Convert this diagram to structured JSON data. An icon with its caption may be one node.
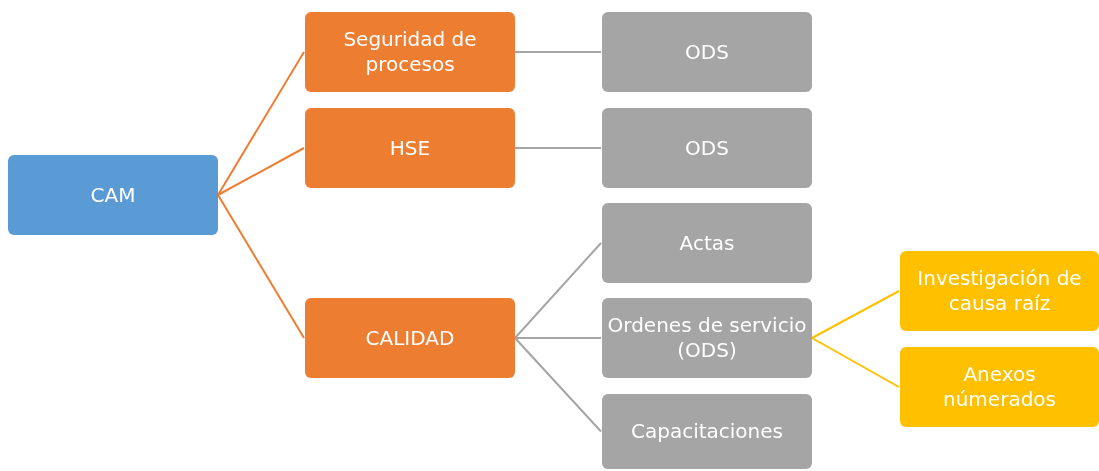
{
  "diagram": {
    "nodes": [
      {
        "text": [
          "CAM"
        ]
      },
      {
        "text": [
          "Seguridad de procesos"
        ]
      },
      {
        "text": [
          "HSE"
        ]
      },
      {
        "text": [
          "CALIDAD"
        ]
      },
      {
        "text": [
          "ODS"
        ]
      },
      {
        "text": [
          "ODS"
        ]
      },
      {
        "text": [
          "Actas"
        ]
      },
      {
        "text": [
          "Ordenes de servicio (ODS)"
        ]
      },
      {
        "text": [
          "Capacitaciones"
        ]
      },
      {
        "text": [
          "Investigación de causa raíz"
        ]
      },
      {
        "text": [
          "Anexos númerados"
        ]
      }
    ],
    "edges": [
      {
        "from": 0,
        "to": 1,
        "arrow": "none",
        "color": "#ed7d31"
      },
      {
        "from": 0,
        "to": 2,
        "arrow": "none",
        "color": "#ed7d31"
      },
      {
        "from": 0,
        "to": 3,
        "arrow": "none",
        "color": "#ed7d31"
      },
      {
        "from": 1,
        "to": 4,
        "arrow": "none"
      },
      {
        "from": 2,
        "to": 5,
        "arrow": "none"
      },
      {
        "from": 3,
        "to": 6,
        "arrow": "none"
      },
      {
        "from": 3,
        "to": 7,
        "arrow": "none"
      },
      {
        "from": 3,
        "to": 8,
        "arrow": "none"
      },
      {
        "from": 7,
        "to": 9,
        "arrow": "none",
        "color": "#ffc000"
      },
      {
        "from": 7,
        "to": 10,
        "arrow": "none",
        "color": "#ffc000"
      }
    ]
  }
}
